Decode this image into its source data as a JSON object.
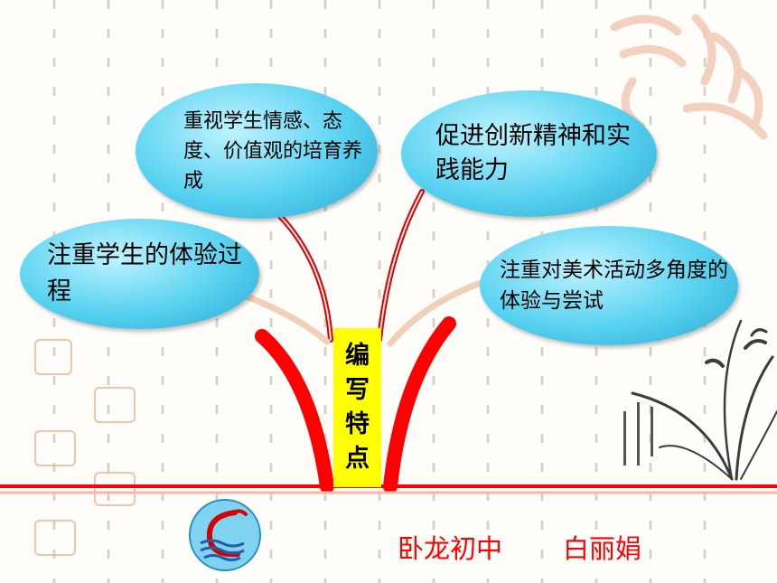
{
  "bubbles": {
    "b1": "重视学生情感、态度、价值观的培育养成",
    "b2": "促进创新精神和实践能力",
    "b3": "注重学生的体验过程",
    "b4": "注重对美术活动多角度的体验与尝试"
  },
  "center": [
    "编",
    "写",
    "特",
    "点"
  ],
  "footer": {
    "school": "卧龙初中",
    "author": "白丽娟"
  },
  "colors": {
    "accent_red": "#ff0000",
    "bubble_blue": "#58d2f0",
    "center_yellow": "#ffff00"
  }
}
